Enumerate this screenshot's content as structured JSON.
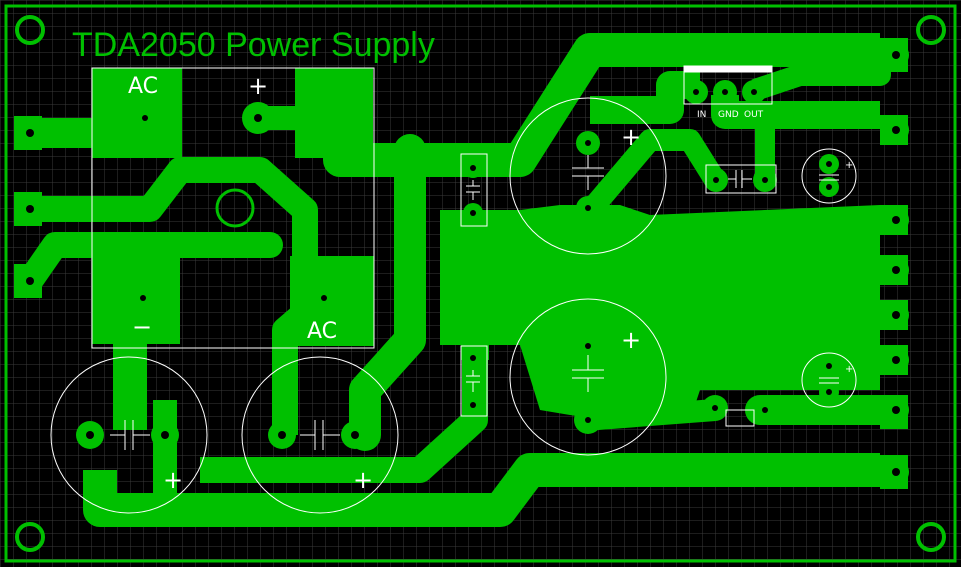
{
  "title": "TDA2050 Power Supply",
  "labels": {
    "bridge_ac_top": "AC",
    "bridge_ac_bottom": "AC",
    "bridge_plus": "+",
    "bridge_minus": "−",
    "cap1_plus": "+",
    "cap2_plus": "+",
    "cap3_plus": "+",
    "cap4_plus": "+",
    "small_cap_top_plus": "+",
    "small_cap_bottom_plus": "+",
    "reg_in": "IN",
    "reg_gnd": "GND",
    "reg_out": "OUT"
  },
  "colors": {
    "background": "#000000",
    "grid": "#3a3a3a",
    "copper": "#00c000",
    "silkscreen": "#ffffff",
    "drill": "#000000"
  }
}
